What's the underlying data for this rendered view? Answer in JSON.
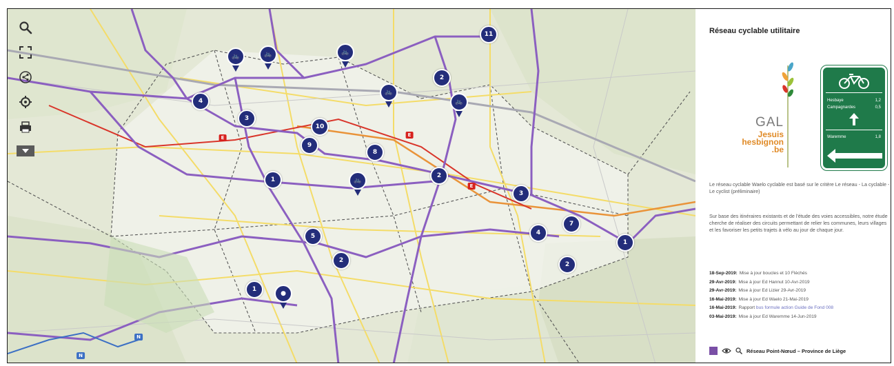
{
  "map": {
    "markers": [
      {
        "label": "11",
        "kind": "circle"
      },
      {
        "label": "2",
        "kind": "circle"
      },
      {
        "label": "4",
        "kind": "circle"
      },
      {
        "label": "3",
        "kind": "circle"
      },
      {
        "label": "10",
        "kind": "circle"
      },
      {
        "label": "9",
        "kind": "circle"
      },
      {
        "label": "8",
        "kind": "circle"
      },
      {
        "label": "1",
        "kind": "circle"
      },
      {
        "label": "2",
        "kind": "circle"
      },
      {
        "label": "3",
        "kind": "circle"
      },
      {
        "label": "4",
        "kind": "circle"
      },
      {
        "label": "7",
        "kind": "circle"
      },
      {
        "label": "1",
        "kind": "circle"
      },
      {
        "label": "2",
        "kind": "circle"
      },
      {
        "label": "5",
        "kind": "circle"
      },
      {
        "label": "2",
        "kind": "circle"
      },
      {
        "label": "1",
        "kind": "circle"
      }
    ],
    "pins": [
      {
        "label": "bike",
        "kind": "bike-pin"
      },
      {
        "label": "bike",
        "kind": "bike-pin"
      },
      {
        "label": "bike",
        "kind": "bike-pin"
      },
      {
        "label": "bike",
        "kind": "bike-pin"
      },
      {
        "label": "bike",
        "kind": "bike-pin"
      },
      {
        "label": "bike",
        "kind": "bike-pin"
      },
      {
        "label": "",
        "kind": "location-pin"
      }
    ],
    "colors": {
      "marker": "#232d7a",
      "cycle_route": "#8b5fc0",
      "main_road": "#f2d24c",
      "highway": "#d9352a",
      "border": "#555555"
    }
  },
  "toolbar": {
    "icons": [
      "search-icon",
      "fullscreen-icon",
      "share-icon",
      "locate-icon",
      "print-icon",
      "collapse-icon"
    ]
  },
  "sidebar": {
    "title": "Réseau cyclable utilitaire",
    "gal_logo": {
      "line1": "GAL",
      "line2": "Jesuis",
      "line3": "hesbignon",
      "line4": ".be"
    },
    "sign": {
      "row1_label": "Hesbaye",
      "row1_value": "1,2",
      "row2_label": "Campagnardes",
      "row2_value": "0,5",
      "row3_label": "Waremme",
      "row3_value": "1,8"
    },
    "intro": "Le réseau cyclable Waelo cyclable est basé sur le critère Le réseau - La cyclable - Le cyclist (préliminaire)",
    "description": "Sur base des itinéraires existants et de l'étude des voies accessibles, notre étude cherche de réaliser des circuits permettant de relier les communes, leurs villages et les favoriser les petits trajets à vélo au jour de chaque jour.",
    "updates": [
      {
        "date": "18-Sep-2019:",
        "text": "Mise à jour boucles et 10 Fléchés"
      },
      {
        "date": "29-Avr-2019:",
        "text": "Mise à jour Ed Hannut 10-Avr-2019"
      },
      {
        "date": "29-Avr-2019:",
        "text": "Mise à jour Ed Lizier 29-Avr-2019"
      },
      {
        "date": "16-Mai-2019:",
        "text": "Mise à jour Ed Waelo 21-Mai-2019"
      },
      {
        "date": "16-Mai-2019:",
        "text": "Rapport",
        "link": "bus formule action Guide de Fond 008"
      },
      {
        "date": "03-Mai-2019:",
        "text": "Mise à jour Ed Waremme 14-Jun-2019"
      }
    ],
    "legend_label": "Réseau Point-Nœud – Province de Liège"
  }
}
